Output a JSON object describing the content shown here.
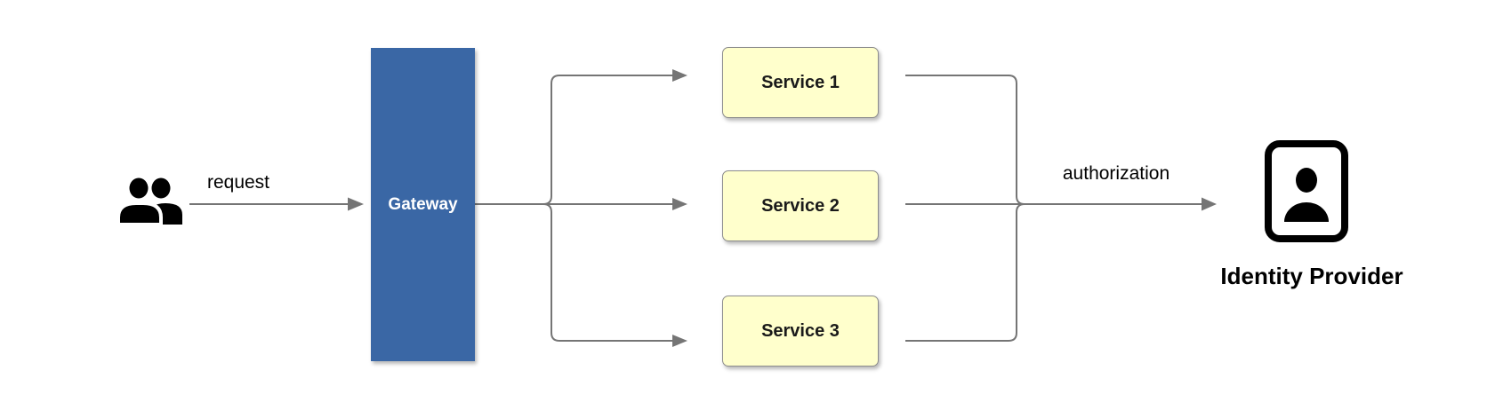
{
  "diagram": {
    "nodes": {
      "users": {
        "icon": "users-icon"
      },
      "gateway": {
        "label": "Gateway"
      },
      "services": [
        {
          "label": "Service 1"
        },
        {
          "label": "Service 2"
        },
        {
          "label": "Service 3"
        }
      ],
      "identity_provider": {
        "label": "Identity Provider",
        "icon": "id-card-icon"
      }
    },
    "edges": {
      "request": {
        "label": "request",
        "from": "users",
        "to": "gateway"
      },
      "authorization": {
        "label": "authorization",
        "from": "services",
        "to": "identity_provider"
      },
      "fanout": [
        {
          "from": "gateway",
          "to": "service-1"
        },
        {
          "from": "gateway",
          "to": "service-2"
        },
        {
          "from": "gateway",
          "to": "service-3"
        }
      ]
    },
    "colors": {
      "background": "#FFFFFF",
      "gateway_fill": "#3A67A5",
      "gateway_text": "#FFFFFF",
      "service_fill": "#FFFFCC",
      "service_border": "#8C8C8C",
      "service_text": "#1A1A1A",
      "connector": "#757575",
      "icon": "#000000",
      "label_text": "#000000"
    }
  }
}
